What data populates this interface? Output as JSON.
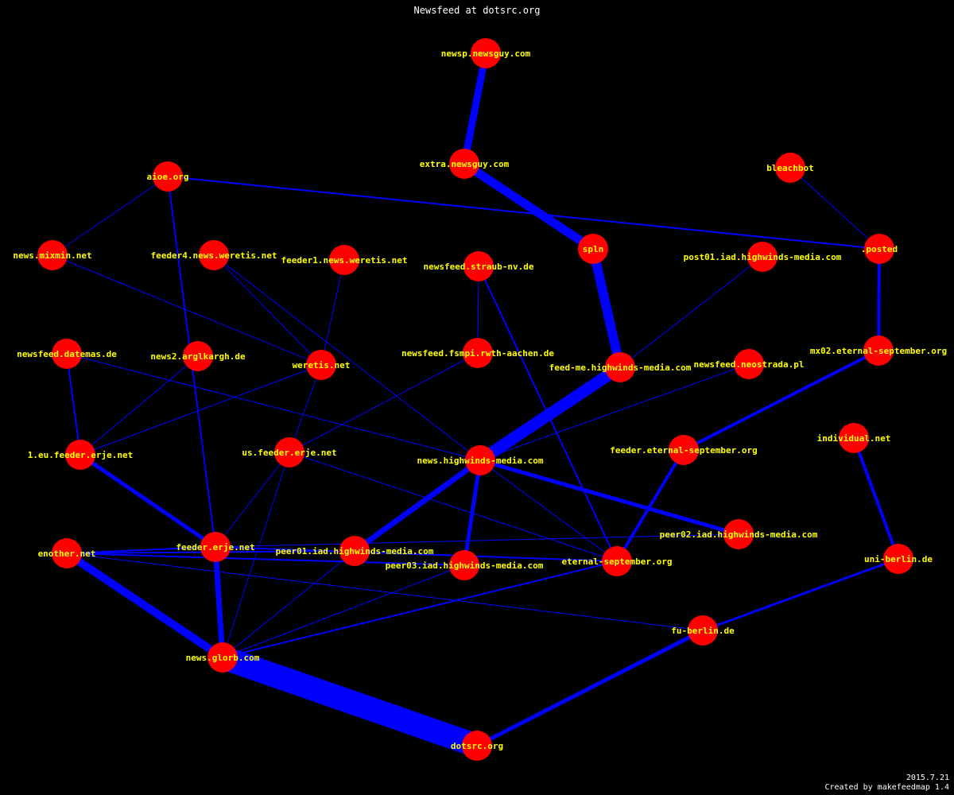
{
  "title": "Newsfeed at dotsrc.org",
  "footer": {
    "date": "2015.7.21",
    "credit": "Created by makefeedmap 1.4"
  },
  "colors": {
    "background": "#000000",
    "node": "#ff0000",
    "edge": "#0000ff",
    "label": "#ffff00",
    "text": "#ffffff"
  },
  "nodes": [
    {
      "id": "newsp",
      "label": "newsp.newsguy.com"
    },
    {
      "id": "extra",
      "label": "extra.newsguy.com"
    },
    {
      "id": "aioe",
      "label": "aioe.org"
    },
    {
      "id": "bleachbot",
      "label": "bleachbot"
    },
    {
      "id": "spln",
      "label": "spln"
    },
    {
      "id": "posted",
      "label": ".posted"
    },
    {
      "id": "mixmin",
      "label": "news.mixmin.net"
    },
    {
      "id": "feeder4",
      "label": "feeder4.news.weretis.net"
    },
    {
      "id": "feeder1w",
      "label": "feeder1.news.weretis.net"
    },
    {
      "id": "straub",
      "label": "newsfeed.straub-nv.de"
    },
    {
      "id": "post01",
      "label": "post01.iad.highwinds-media.com"
    },
    {
      "id": "datemas",
      "label": "newsfeed.datemas.de"
    },
    {
      "id": "arglkargh",
      "label": "news2.arglkargh.de"
    },
    {
      "id": "weretis",
      "label": "weretis.net"
    },
    {
      "id": "fsmpi",
      "label": "newsfeed.fsmpi.rwth-aachen.de"
    },
    {
      "id": "feedme",
      "label": "feed-me.highwinds-media.com"
    },
    {
      "id": "neostrada",
      "label": "newsfeed.neostrada.pl"
    },
    {
      "id": "mx02",
      "label": "mx02.eternal-september.org"
    },
    {
      "id": "eueje",
      "label": "1.eu.feeder.erje.net"
    },
    {
      "id": "useje",
      "label": "us.feeder.erje.net"
    },
    {
      "id": "nhw",
      "label": "news.highwinds-media.com"
    },
    {
      "id": "feeternal",
      "label": "feeder.eternal-september.org"
    },
    {
      "id": "individual",
      "label": "individual.net"
    },
    {
      "id": "enother",
      "label": "enother.net"
    },
    {
      "id": "feederje",
      "label": "feeder.erje.net"
    },
    {
      "id": "peer01",
      "label": "peer01.iad.highwinds-media.com"
    },
    {
      "id": "peer03",
      "label": "peer03.iad.highwinds-media.com"
    },
    {
      "id": "peer02",
      "label": "peer02.iad.highwinds-media.com"
    },
    {
      "id": "eternal",
      "label": "eternal-september.org"
    },
    {
      "id": "uniberlin",
      "label": "uni-berlin.de"
    },
    {
      "id": "fuberlin",
      "label": "fu-berlin.de"
    },
    {
      "id": "glorb",
      "label": "news.glorb.com"
    },
    {
      "id": "dotsrc",
      "label": "dotsrc.org"
    }
  ],
  "edges": [
    {
      "from": "newsp",
      "to": "extra",
      "weight": 9
    },
    {
      "from": "extra",
      "to": "spln",
      "weight": 11
    },
    {
      "from": "spln",
      "to": "feedme",
      "weight": 12
    },
    {
      "from": "feedme",
      "to": "nhw",
      "weight": 15
    },
    {
      "from": "nhw",
      "to": "peer01",
      "weight": 7
    },
    {
      "from": "nhw",
      "to": "peer03",
      "weight": 5
    },
    {
      "from": "nhw",
      "to": "peer02",
      "weight": 5
    },
    {
      "from": "nhw",
      "to": "eternal",
      "weight": 1
    },
    {
      "from": "aioe",
      "to": "posted",
      "weight": 2
    },
    {
      "from": "aioe",
      "to": "mixmin",
      "weight": 1
    },
    {
      "from": "aioe",
      "to": "feederje",
      "weight": 2
    },
    {
      "from": "bleachbot",
      "to": "posted",
      "weight": 1
    },
    {
      "from": "posted",
      "to": "mx02",
      "weight": 4
    },
    {
      "from": "mx02",
      "to": "feeternal",
      "weight": 4
    },
    {
      "from": "feeternal",
      "to": "eternal",
      "weight": 4
    },
    {
      "from": "post01",
      "to": "feedme",
      "weight": 1
    },
    {
      "from": "mixmin",
      "to": "weretis",
      "weight": 1
    },
    {
      "from": "feeder4",
      "to": "weretis",
      "weight": 1
    },
    {
      "from": "feeder4",
      "to": "nhw",
      "weight": 1
    },
    {
      "from": "feeder1w",
      "to": "weretis",
      "weight": 1
    },
    {
      "from": "straub",
      "to": "fsmpi",
      "weight": 1
    },
    {
      "from": "straub",
      "to": "eternal",
      "weight": 2
    },
    {
      "from": "fsmpi",
      "to": "useje",
      "weight": 1
    },
    {
      "from": "neostrada",
      "to": "nhw",
      "weight": 1
    },
    {
      "from": "datemas",
      "to": "eueje",
      "weight": 2
    },
    {
      "from": "datemas",
      "to": "nhw",
      "weight": 1
    },
    {
      "from": "arglkargh",
      "to": "eueje",
      "weight": 1
    },
    {
      "from": "weretis",
      "to": "eueje",
      "weight": 1
    },
    {
      "from": "weretis",
      "to": "useje",
      "weight": 1
    },
    {
      "from": "eueje",
      "to": "feederje",
      "weight": 5
    },
    {
      "from": "useje",
      "to": "feederje",
      "weight": 1
    },
    {
      "from": "useje",
      "to": "glorb",
      "weight": 1
    },
    {
      "from": "useje",
      "to": "eternal",
      "weight": 1
    },
    {
      "from": "individual",
      "to": "uniberlin",
      "weight": 4
    },
    {
      "from": "uniberlin",
      "to": "fuberlin",
      "weight": 3
    },
    {
      "from": "fuberlin",
      "to": "dotsrc",
      "weight": 5
    },
    {
      "from": "glorb",
      "to": "dotsrc",
      "weight": 30
    },
    {
      "from": "enother",
      "to": "glorb",
      "weight": 10
    },
    {
      "from": "enother",
      "to": "feederje",
      "weight": 2
    },
    {
      "from": "enother",
      "to": "peer01",
      "weight": 2
    },
    {
      "from": "enother",
      "to": "peer03",
      "weight": 2
    },
    {
      "from": "enother",
      "to": "fuberlin",
      "weight": 1
    },
    {
      "from": "feederje",
      "to": "glorb",
      "weight": 7
    },
    {
      "from": "feederje",
      "to": "peer02",
      "weight": 1
    },
    {
      "from": "feederje",
      "to": "eternal",
      "weight": 2
    },
    {
      "from": "peer01",
      "to": "glorb",
      "weight": 1
    },
    {
      "from": "peer03",
      "to": "glorb",
      "weight": 1
    },
    {
      "from": "eternal",
      "to": "glorb",
      "weight": 2
    }
  ]
}
